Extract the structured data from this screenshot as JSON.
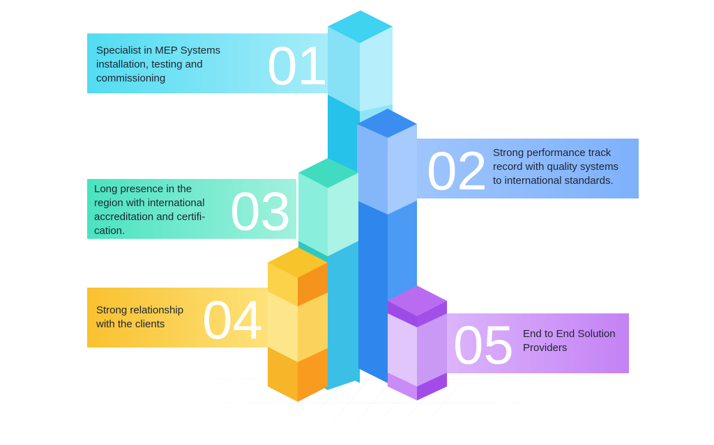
{
  "steps": [
    {
      "number": "01",
      "lines": [
        "Specialist in MEP Systems",
        "installation, testing and",
        "commissioning"
      ],
      "color": "#5fdcf3"
    },
    {
      "number": "02",
      "lines": [
        "Strong performance track",
        "record with quality systems",
        "to international standards."
      ],
      "color": "#7fb2fb"
    },
    {
      "number": "03",
      "lines": [
        "Long presence in the",
        "region with international",
        "accreditation and certifi-",
        "cation."
      ],
      "color": "#5fe6c6"
    },
    {
      "number": "04",
      "lines": [
        "Strong relationship",
        "with the clients"
      ],
      "color": "#fbc93c"
    },
    {
      "number": "05",
      "lines": [
        "End to End Solution",
        "Providers"
      ],
      "color": "#c98bf5"
    }
  ]
}
